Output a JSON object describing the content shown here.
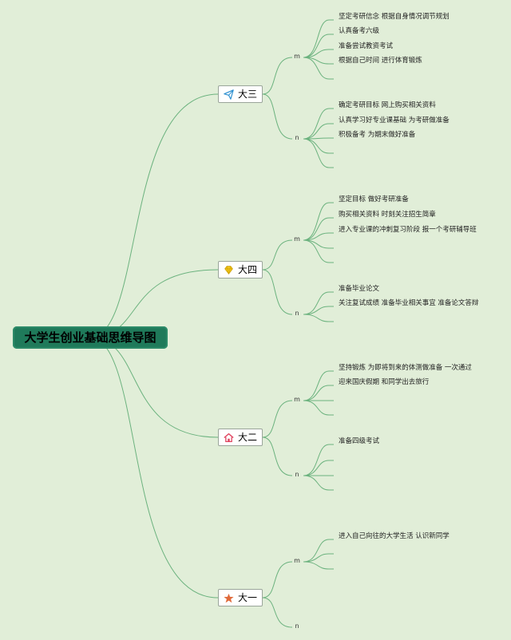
{
  "root": {
    "title": "大学生创业基础思维导图"
  },
  "branches": [
    {
      "label": "大三",
      "icon": "paper-plane-icon",
      "subs": [
        {
          "label": "m",
          "leaves": [
            "坚定考研信念 根据自身情况调节规划",
            "认真备考六级",
            "准备尝试教资考试",
            "根据自己时间 进行体育锻炼",
            ""
          ]
        },
        {
          "label": "n",
          "leaves": [
            "确定考研目标 网上购买相关资料",
            "认真学习好专业课基础 为考研做准备",
            "积极备考 为期末做好准备",
            "",
            ""
          ]
        }
      ]
    },
    {
      "label": "大四",
      "icon": "diamond-icon",
      "subs": [
        {
          "label": "m",
          "leaves": [
            "坚定目标 做好考研准备",
            "购买相关资料 时刻关注招生简章",
            "进入专业课的冲刺复习阶段 报一个考研辅导班",
            "",
            ""
          ]
        },
        {
          "label": "n",
          "leaves": [
            "准备毕业论文",
            "关注复试成绩 准备毕业相关事宜 准备论文答辩",
            ""
          ]
        }
      ]
    },
    {
      "label": "大二",
      "icon": "home-icon",
      "subs": [
        {
          "label": "m",
          "leaves": [
            "坚持锻炼 为即将到来的体测做准备 一次通过",
            "迎来国庆假期 和同学出去旅行",
            "",
            ""
          ]
        },
        {
          "label": "n",
          "leaves": [
            "准备四级考试",
            "",
            "",
            ""
          ]
        }
      ]
    },
    {
      "label": "大一",
      "icon": "star-icon",
      "subs": [
        {
          "label": "m",
          "leaves": [
            "进入自己向往的大学生活 认识新同学",
            "",
            ""
          ]
        },
        {
          "label": "n",
          "leaves": []
        }
      ]
    }
  ],
  "colors": {
    "background": "#e1eed8",
    "line": "#6bb27e",
    "root_fill": "#1f7a5a",
    "plane": "#2b8fd0",
    "diamond": "#f0c419",
    "home": "#e0445f",
    "star": "#e06a3a"
  }
}
